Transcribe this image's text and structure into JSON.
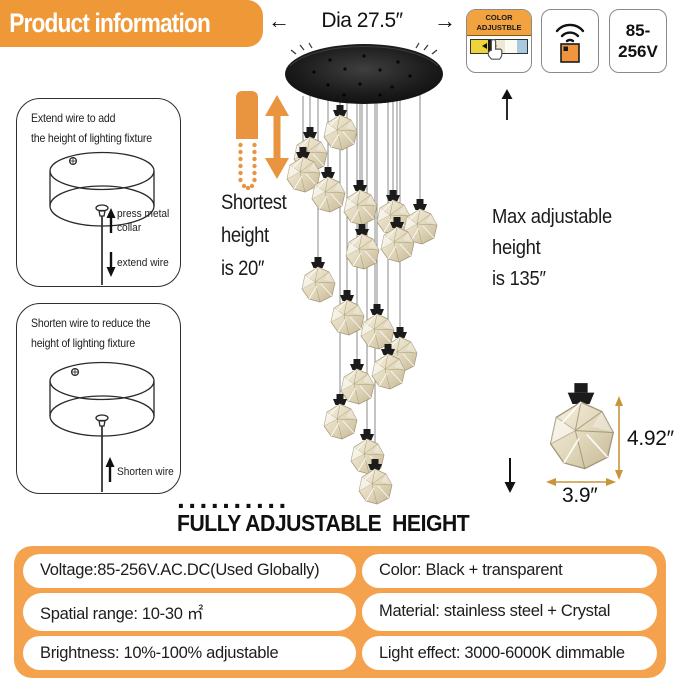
{
  "banner": {
    "title": "Product information"
  },
  "top": {
    "dia_label": "Dia 27.5″",
    "arrow_left": "←",
    "arrow_right": "→"
  },
  "badges": {
    "color": {
      "header_line1": "COLOR",
      "header_line2": "ADJUSTBLE"
    },
    "voltage": {
      "line1": "85-",
      "line2": "256V"
    }
  },
  "diagram_extend": {
    "caption_line1": "Extend wire to add",
    "caption_line2": "the height of lighting fixture",
    "press_label_line1": "press metal",
    "press_label_line2": "collar",
    "extend_label": "extend wire"
  },
  "diagram_shorten": {
    "caption_line1": "Shorten wire to reduce the",
    "caption_line2": "height of lighting fixture",
    "shorten_label": "Shorten wire"
  },
  "annotations": {
    "shortest_line1": "Shortest",
    "shortest_line2": "height",
    "shortest_line3": "is 20″",
    "max_line1": "Max adjustable",
    "max_line2": "height",
    "max_line3": "is 135″",
    "pendant_height": "4.92″",
    "pendant_width": "3.9″"
  },
  "footer": {
    "dots": "..........",
    "subtitle": "FULLY ADJUSTABLE  HEIGHT"
  },
  "specs": {
    "left": [
      "Voltage:85-256V.AC.DC(Used Globally)",
      "Spatial range: 10-30 ㎡",
      "Brightness: 10%-100% adjustable"
    ],
    "right": [
      "Color: Black + transparent",
      "Material: stainless steel + Crystal",
      "Light effect: 3000-6000K dimmable"
    ]
  },
  "colors": {
    "banner_orange": "#EE9838",
    "panel_orange": "#F4A24D",
    "accent_orange": "#E9953F",
    "measure_gold": "#C9953B"
  }
}
